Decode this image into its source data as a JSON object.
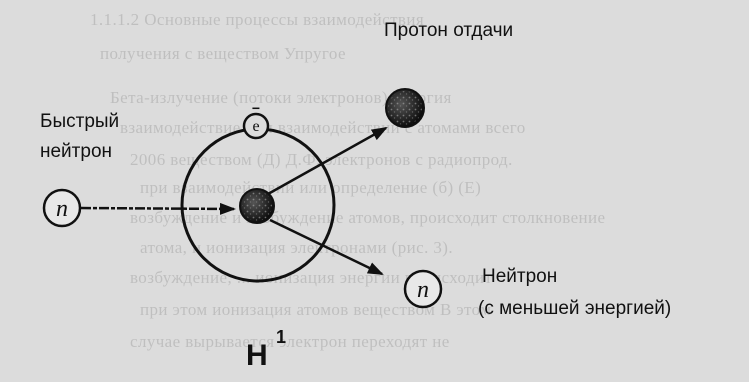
{
  "labels": {
    "proton_recoil": "Протон отдачи",
    "fast_neutron_line1": "Быстрый",
    "fast_neutron_line2": "нейтрон",
    "neutron_out_line1": "Нейтрон",
    "neutron_out_line2": "(с меньшей энергией)",
    "nucleus_symbol": "H",
    "nucleus_superscript": "1",
    "neutron_symbol": "n",
    "electron_symbol": "e",
    "electron_charge": "−"
  },
  "background_bleed": {
    "lines": [
      "1.1.1.2   Основные       процессы взаимодействия",
      "получения с веществом                Упругое",
      "Бета-излучение   (потоки электронов)   энергия",
      "взаимодействие при взаимодействии с атомами всего",
      "2006        веществом (Д) Д.Ф. электронов с радиопрод.",
      "при взаимодействии или определение (б) (Е)",
      "возбуждение и возбуждение атомов, происходит столкновение",
      "атома, и ионизация электронами (рис. 3).",
      "возбуждение, ... ионизация энергии происходит",
      "при этом ионизация атомов веществом В этом",
      "случае вырывается электрон переходят не"
    ]
  },
  "colors": {
    "ink": "#111111",
    "background": "#dcdcdc",
    "bleed_text": "#a9a9a9"
  }
}
